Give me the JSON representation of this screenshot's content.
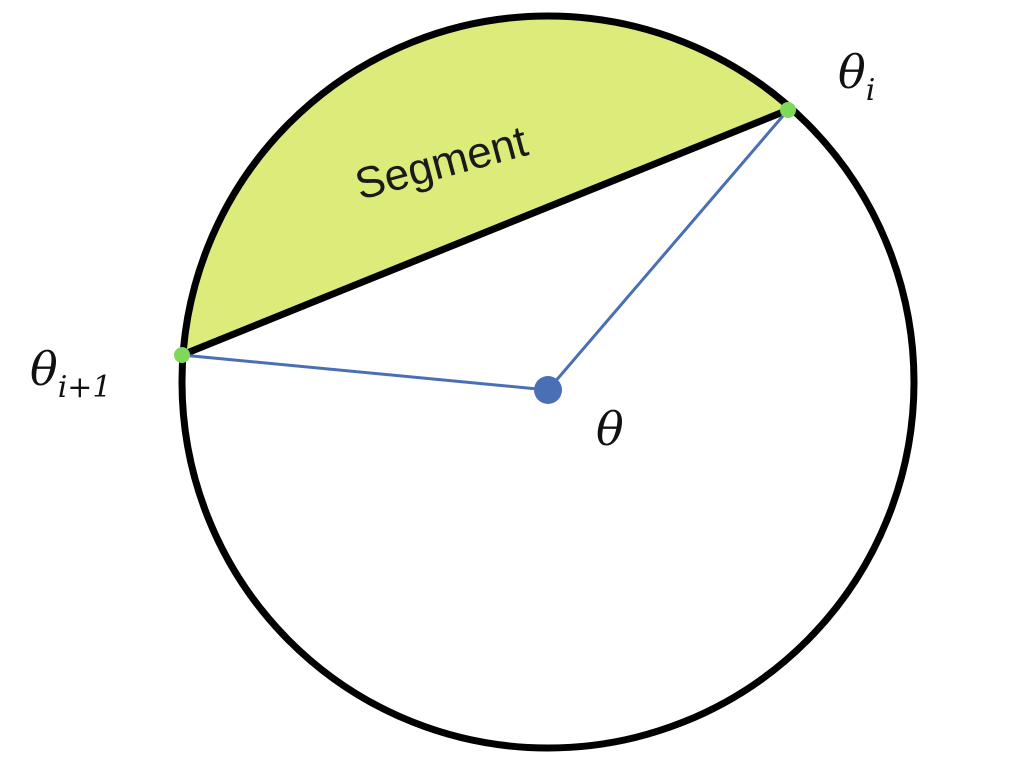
{
  "labels": {
    "segment": "Segment",
    "theta_i_base": "θ",
    "theta_i_sub": "i",
    "theta_i1_base": "θ",
    "theta_i1_sub": "i+1",
    "theta_center": "θ"
  },
  "colors": {
    "circle_stroke": "#000000",
    "segment_fill": "#dceb7a",
    "chord_stroke": "#000000",
    "radius_stroke": "#4a6fb5",
    "center_dot": "#4a6fb5",
    "endpoint_dot": "#7ed85a"
  }
}
